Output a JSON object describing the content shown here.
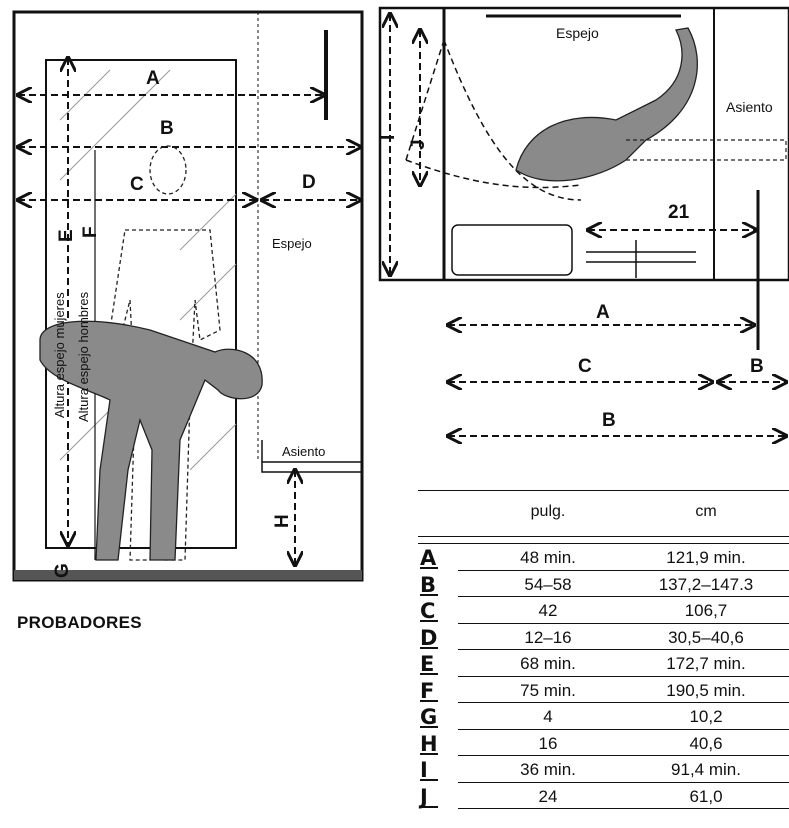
{
  "title": "PROBADORES",
  "labels": {
    "A": "A",
    "B": "B",
    "C": "C",
    "D": "D",
    "E": "E",
    "F": "F",
    "G": "G",
    "H": "H",
    "I": "I",
    "J": "J",
    "espejo": "Espejo",
    "asiento": "Asiento",
    "altura_mujeres": "Altura espejo mujeres",
    "altura_hombres": "Altura espejo hombres",
    "dim_21": "21"
  },
  "table": {
    "header_pulg": "pulg.",
    "header_cm": "cm",
    "rows": [
      {
        "key": "A",
        "pulg": "48 min.",
        "cm": "121,9 min."
      },
      {
        "key": "B",
        "pulg": "54–58",
        "cm": "137,2–147.3"
      },
      {
        "key": "C",
        "pulg": "42",
        "cm": "106,7"
      },
      {
        "key": "D",
        "pulg": "12–16",
        "cm": "30,5–40,6"
      },
      {
        "key": "E",
        "pulg": "68 min.",
        "cm": "172,7 min."
      },
      {
        "key": "F",
        "pulg": "75 min.",
        "cm": "190,5 min."
      },
      {
        "key": "G",
        "pulg": "4",
        "cm": "10,2"
      },
      {
        "key": "H",
        "pulg": "16",
        "cm": "40,6"
      },
      {
        "key": "I",
        "pulg": "36 min.",
        "cm": "91,4 min."
      },
      {
        "key": "J",
        "pulg": "24",
        "cm": "61,0"
      }
    ]
  },
  "colors": {
    "figure": "#8a8a8a",
    "ink": "#111111"
  }
}
